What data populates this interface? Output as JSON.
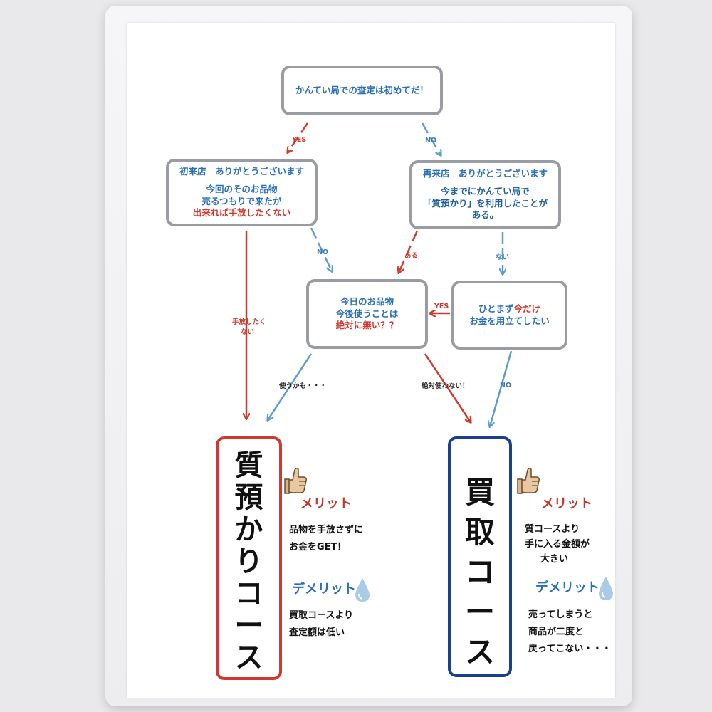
{
  "q1": "かんてい局での査定は初めてだ！",
  "first_visit": {
    "title": "初来店　ありがとうございます",
    "line1": "今回のそのお品物",
    "line2": "売るつもりで来たが",
    "line3": "出来れば手放したくない"
  },
  "repeat_visit": {
    "title": "再来店　ありがとうございます",
    "line1": "今までにかんてい局で",
    "line2": "「質預かり」を利用したことが",
    "line3": "ある。"
  },
  "q_today": {
    "line1": "今日のお品物",
    "line2": "今後使うことは",
    "line3": "絶対に無い？？"
  },
  "q_temp": {
    "line1_pre": "ひとまず",
    "line1_emph": "今だけ",
    "line2": "お金を用立てしたい"
  },
  "labels": {
    "yes1": "YES",
    "no1": "NO",
    "no_first": "NO",
    "aru": "ある",
    "nai": "ない",
    "yes_temp": "YES",
    "dont_want_l1": "手放したく",
    "dont_want_l2": "ない",
    "maybe_use": "使うかも・・・",
    "never_use": "絶対使わない！",
    "no_temp": "NO"
  },
  "pawn_course": {
    "chars": [
      "質",
      "預",
      "か",
      "り",
      "コ",
      "ー",
      "ス"
    ]
  },
  "buy_course": {
    "chars": [
      "買",
      "取",
      "コ",
      "ー",
      "ス"
    ]
  },
  "pawn_merit": {
    "title": "メリット",
    "line1": "品物を手放さずに",
    "line2": "お金をGET！"
  },
  "pawn_demerit": {
    "title": "デメリット",
    "line1": "買取コースより",
    "line2": "査定額は低い"
  },
  "buy_merit": {
    "title": "メリット",
    "line1": "質コースより",
    "line2": "手に入る金額が",
    "line3": "大きい"
  },
  "buy_demerit": {
    "title": "デメリット",
    "line1": "売ってしまうと",
    "line2": "商品が二度と",
    "line3": "戻ってこない・・・"
  },
  "icons": [
    "thumbs-up-icon",
    "water-drop-icon"
  ],
  "colors": {
    "red": "#d0392f",
    "blue": "#2a6fb3",
    "navy": "#1a3f8f",
    "gray": "#9a9ca3"
  }
}
